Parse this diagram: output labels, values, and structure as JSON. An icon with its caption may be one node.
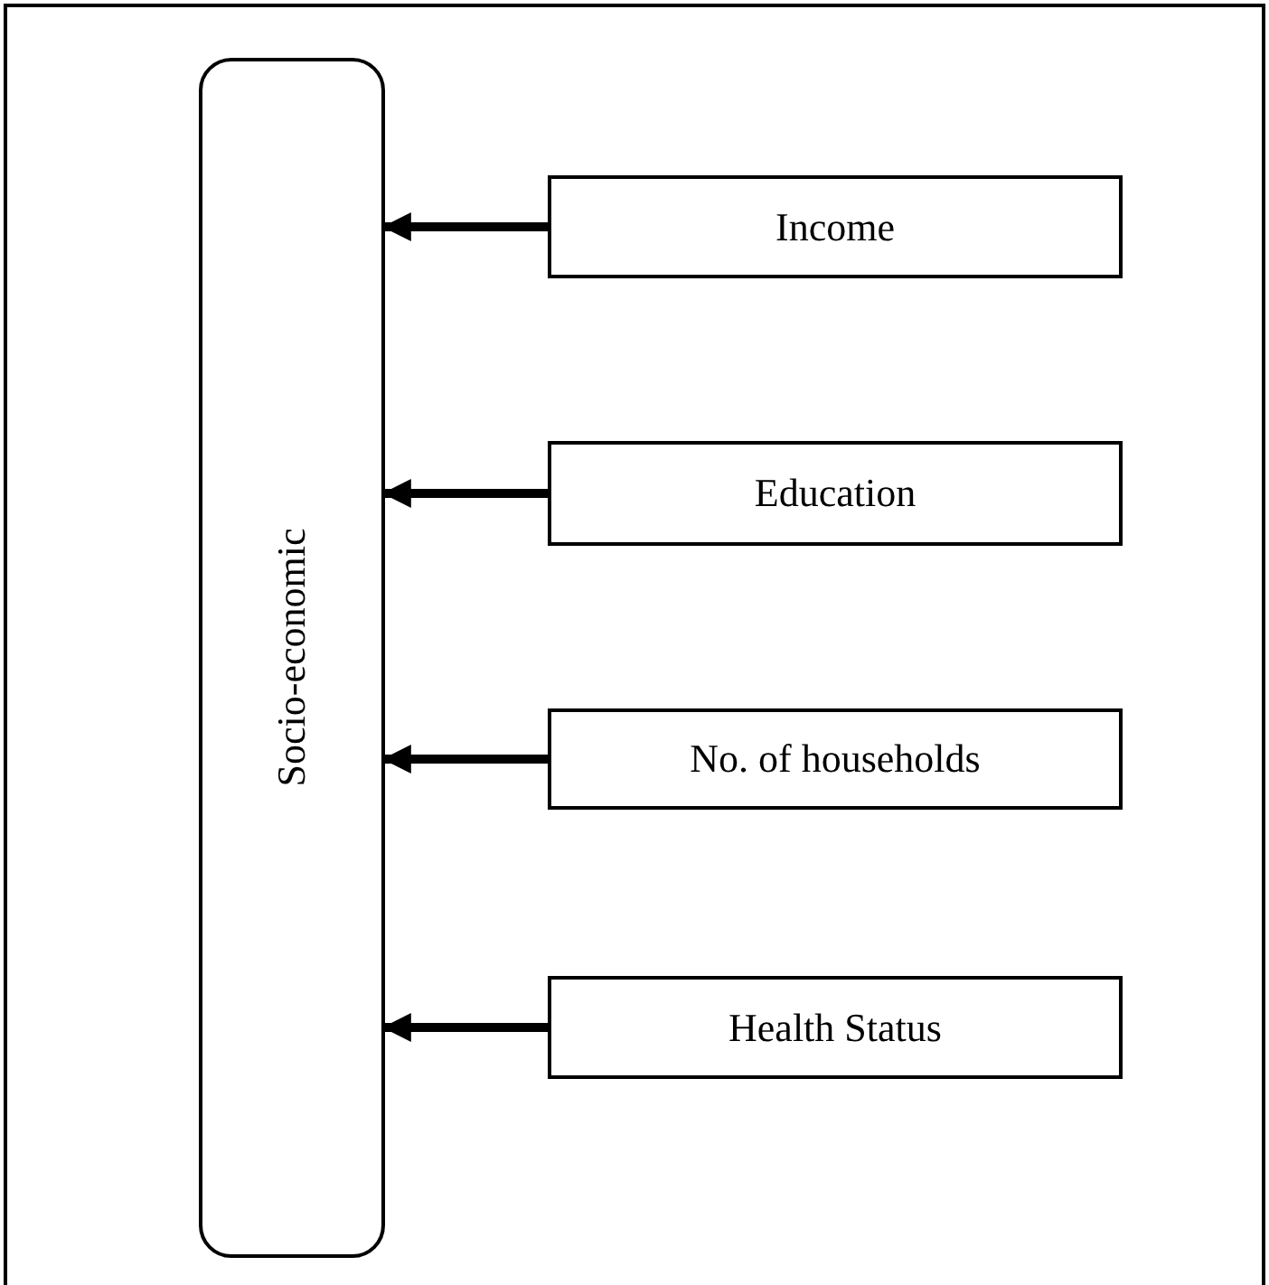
{
  "diagram": {
    "nodes": [
      {
        "text": [
          "Socio-economic"
        ]
      },
      {
        "text": [
          "Income"
        ]
      },
      {
        "text": [
          "Education"
        ]
      },
      {
        "text": [
          "No. of households"
        ]
      },
      {
        "text": [
          "Health Status"
        ]
      }
    ],
    "edges": [
      {
        "from": 1,
        "to": 0,
        "arrow": "to"
      },
      {
        "from": 2,
        "to": 0,
        "arrow": "to"
      },
      {
        "from": 3,
        "to": 0,
        "arrow": "to"
      },
      {
        "from": 4,
        "to": 0,
        "arrow": "to"
      }
    ]
  }
}
